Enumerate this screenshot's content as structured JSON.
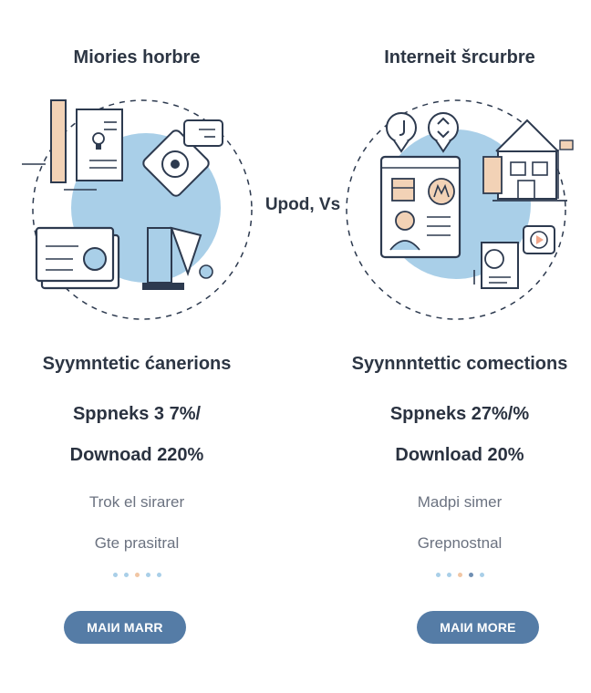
{
  "colors": {
    "accent": "#557ca6",
    "circle": "#a9cfe8",
    "stroke": "#2d3a4f",
    "peach": "#f2d2b6",
    "dot_blue": "#a9cfe8",
    "dot_peach": "#f1c6a4",
    "dot_dark": "#6f8fb3"
  },
  "vs_label": "Upod, Vs",
  "left": {
    "title": "Miories horbre",
    "subtitle": "Syymntetic ćanerions",
    "stat1": "Sppneks 3 7%/",
    "stat2": "Downoad 220%",
    "note1": "Trok el sirarer",
    "note2": "Gte prasitral",
    "button": "MAIИ MARR",
    "icons": [
      "document-icon",
      "lightbulb-icon",
      "target-icon",
      "chat-bubble-icon",
      "id-card-icon",
      "desk-lamp-icon"
    ],
    "dots": [
      "#a9cfe8",
      "#a9cfe8",
      "#f1c6a4",
      "#a9cfe8",
      "#a9cfe8"
    ]
  },
  "right": {
    "title": "Interneit šrcurbre",
    "subtitle": "Syynnntettic comections",
    "stat1": "Sppneks 27%/%",
    "stat2": "Download 20%",
    "note1": "Madpi simer",
    "note2": "Grepnostnal",
    "button": "MAIИ MORE",
    "icons": [
      "location-pin-icon",
      "profile-card-icon",
      "house-icon",
      "video-play-icon",
      "chat-document-icon"
    ],
    "dots": [
      "#a9cfe8",
      "#a9cfe8",
      "#f1c6a4",
      "#6f8fb3",
      "#a9cfe8"
    ]
  }
}
